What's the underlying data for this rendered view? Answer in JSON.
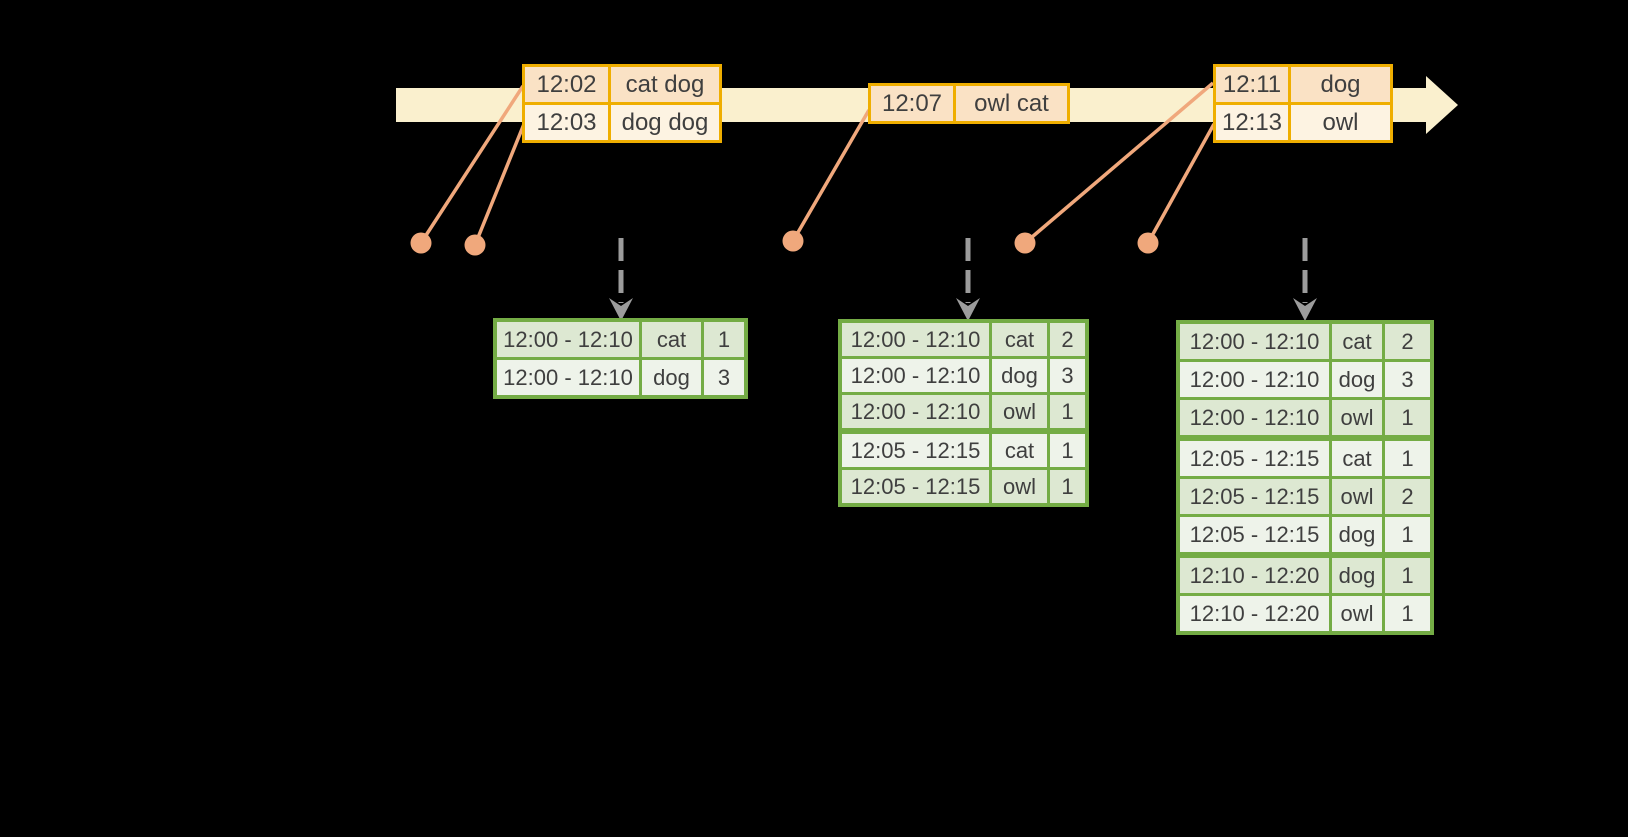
{
  "colors": {
    "background": "#000000",
    "band": "#FAF0CE",
    "event-border": "#EFAE00",
    "event-row-a": "#FAE2C5",
    "event-row-b": "#FDF3E2",
    "marker": "#F0A87C",
    "result-border": "#74AC45",
    "result-row-a": "#DDE8D2",
    "result-row-b": "#EEF3EA",
    "trigger-arrow": "#9C9C9C",
    "text": "#3F3F3F"
  },
  "timeline": {
    "event_tables": [
      {
        "rows": [
          [
            "12:02",
            "cat dog"
          ],
          [
            "12:03",
            "dog dog"
          ]
        ]
      },
      {
        "rows": [
          [
            "12:07",
            "owl cat"
          ]
        ]
      },
      {
        "rows": [
          [
            "12:11",
            "dog"
          ],
          [
            "12:13",
            "owl"
          ]
        ]
      }
    ]
  },
  "result_tables": [
    {
      "rows": [
        [
          "12:00 - 12:10",
          "cat",
          "1"
        ],
        [
          "12:00 - 12:10",
          "dog",
          "3"
        ]
      ],
      "group_starts": []
    },
    {
      "rows": [
        [
          "12:00 - 12:10",
          "cat",
          "2"
        ],
        [
          "12:00 - 12:10",
          "dog",
          "3"
        ],
        [
          "12:00 - 12:10",
          "owl",
          "1"
        ],
        [
          "12:05 - 12:15",
          "cat",
          "1"
        ],
        [
          "12:05 - 12:15",
          "owl",
          "1"
        ]
      ],
      "group_starts": [
        3
      ]
    },
    {
      "rows": [
        [
          "12:00 - 12:10",
          "cat",
          "2"
        ],
        [
          "12:00 - 12:10",
          "dog",
          "3"
        ],
        [
          "12:00 - 12:10",
          "owl",
          "1"
        ],
        [
          "12:05 - 12:15",
          "cat",
          "1"
        ],
        [
          "12:05 - 12:15",
          "owl",
          "2"
        ],
        [
          "12:05 - 12:15",
          "dog",
          "1"
        ],
        [
          "12:10 - 12:20",
          "dog",
          "1"
        ],
        [
          "12:10 - 12:20",
          "owl",
          "1"
        ]
      ],
      "group_starts": [
        3,
        6
      ]
    }
  ]
}
